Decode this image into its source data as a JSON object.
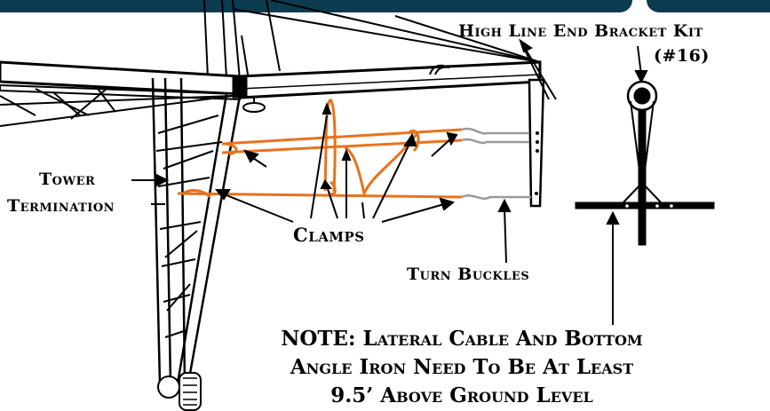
{
  "labels": {
    "bracket_kit": "High Line End Bracket Kit",
    "bracket_kit_number": "(#16)",
    "tower": "Tower",
    "termination": "Termination",
    "clamps": "Clamps",
    "turn_buckles": "Turn Buckles"
  },
  "note": {
    "line1": "NOTE: Lateral Cable And Bottom",
    "line2": "Angle Iron Need To Be At Least",
    "line3": "9.5’ Above Ground Level"
  },
  "colors": {
    "cable": "#e8731c",
    "header": "#0b3c4f",
    "turnbuckle": "#9a9a9a"
  }
}
